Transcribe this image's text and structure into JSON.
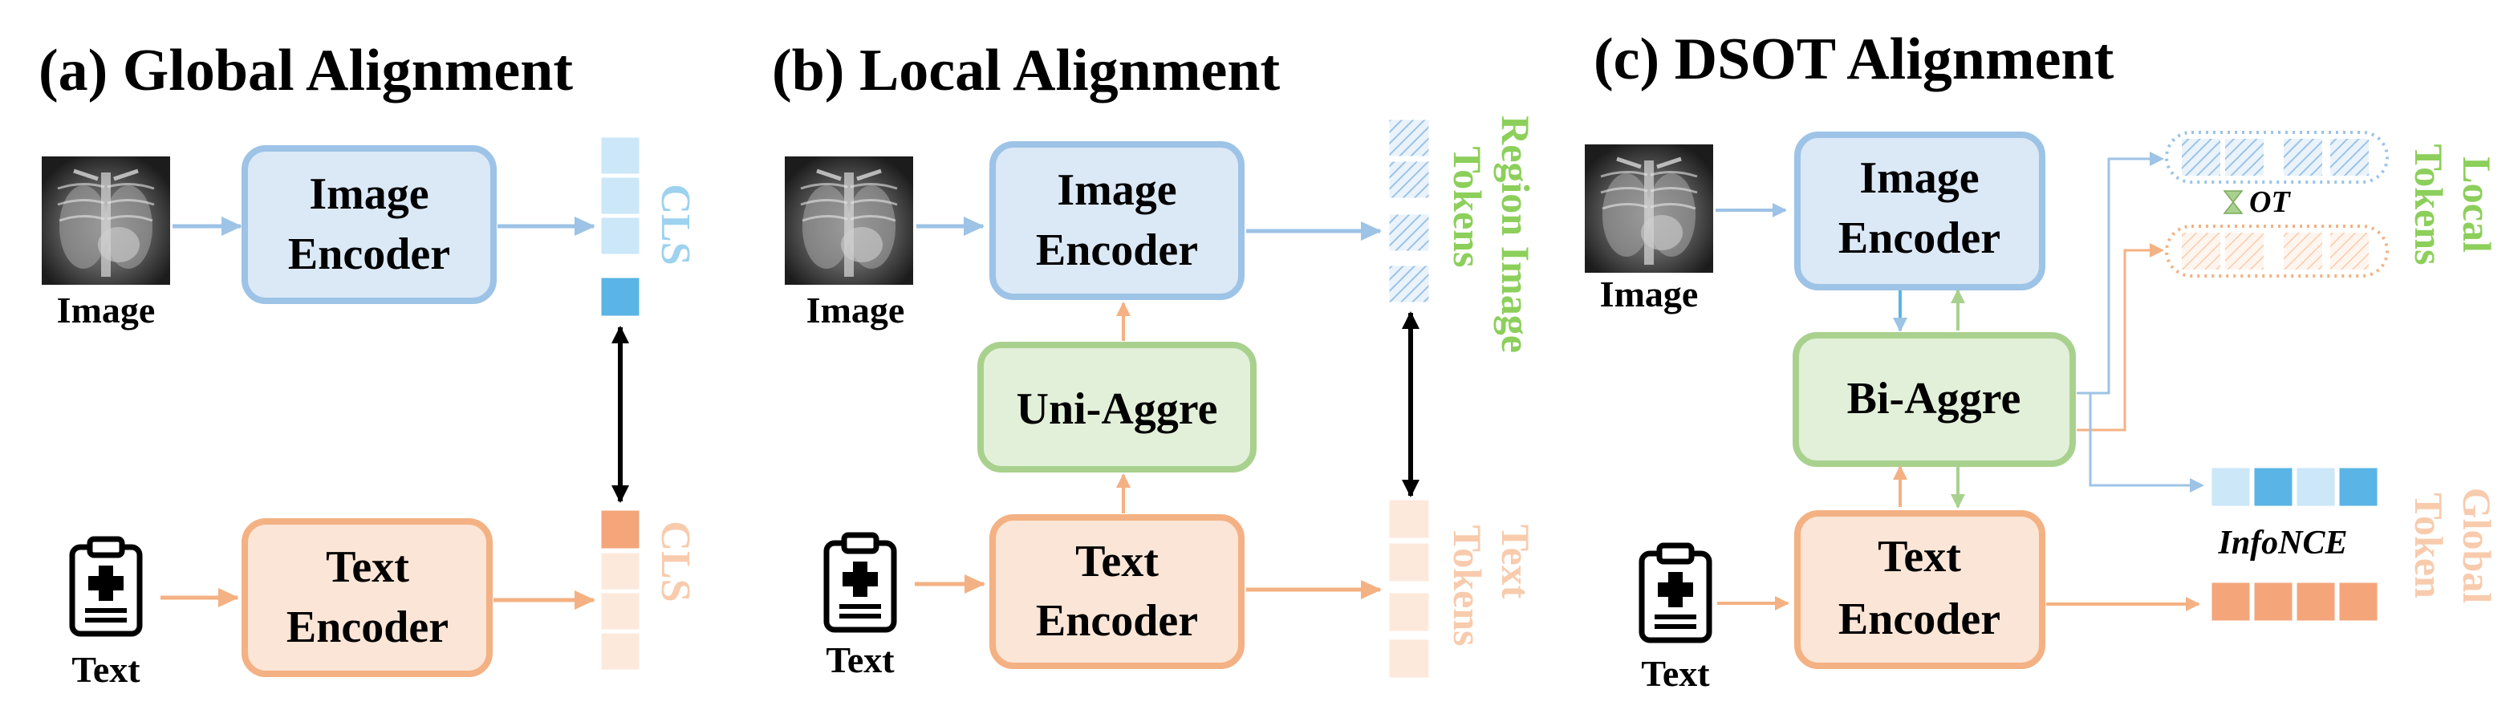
{
  "colors": {
    "blue_fill": "#dbe8f6",
    "blue_stroke": "#9dc3e6",
    "blue_text_light": "#9dd2f0",
    "blue_token_dark": "#5ab4e6",
    "blue_token_light": "#cbe7f8",
    "orange_fill": "#fbe5d6",
    "orange_stroke": "#f4b183",
    "orange_token_dark": "#f4a57a",
    "orange_token_light": "#fde9dc",
    "orange_text": "#f8cbad",
    "green_fill": "#e2f0d9",
    "green_stroke": "#a9d18e",
    "green_text": "#8ccf5b",
    "black": "#000000"
  },
  "panels": {
    "a": {
      "title": "(a) Global Alignment",
      "image_caption": "Image",
      "text_caption": "Text",
      "image_encoder": [
        "Image",
        "Encoder"
      ],
      "text_encoder": [
        "Text",
        "Encoder"
      ],
      "image_token_label": "CLS",
      "text_token_label": "CLS"
    },
    "b": {
      "title": "(b) Local Alignment",
      "image_caption": "Image",
      "text_caption": "Text",
      "image_encoder": [
        "Image",
        "Encoder"
      ],
      "text_encoder": [
        "Text",
        "Encoder"
      ],
      "aggregator": "Uni-Aggre",
      "image_token_label": [
        "Region Image",
        "Tokens"
      ],
      "text_token_label": [
        "Text",
        "Tokens"
      ]
    },
    "c": {
      "title": "(c) DSOT Alignment",
      "image_caption": "Image",
      "text_caption": "Text",
      "image_encoder": [
        "Image",
        "Encoder"
      ],
      "text_encoder": [
        "Text",
        "Encoder"
      ],
      "aggregator": "Bi-Aggre",
      "ot_label": "OT",
      "infonce_label": "InfoNCE",
      "local_label": [
        "Local",
        "Tokens"
      ],
      "global_label": [
        "Global",
        "Token"
      ]
    }
  },
  "icons": {
    "xray": "chest-xray-thumbnail",
    "report": "clipboard-medical-report-icon"
  }
}
